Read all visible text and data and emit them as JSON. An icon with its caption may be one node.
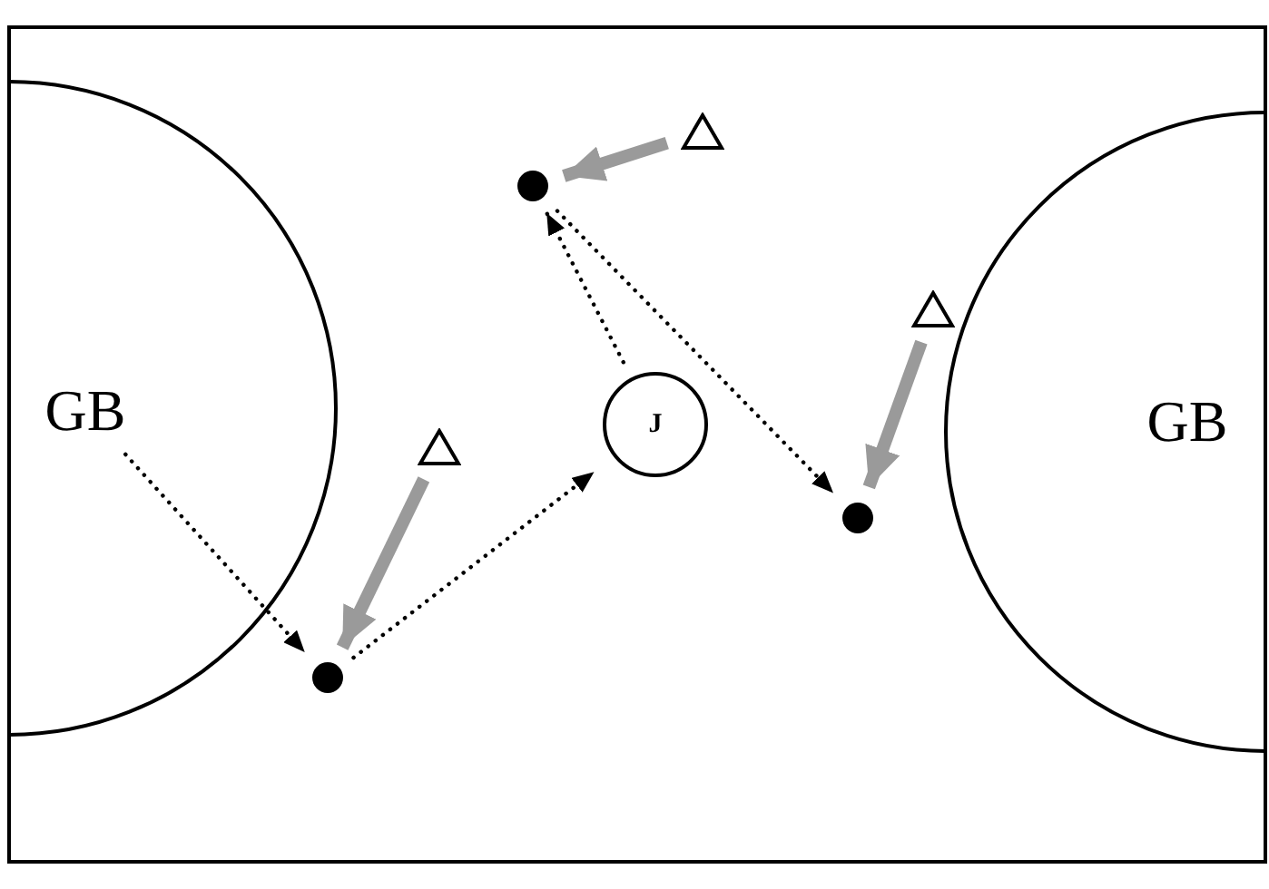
{
  "diagram": {
    "nodes": [
      {
        "text": [
          "GB"
        ]
      },
      {
        "text": [],
        "shape": "triangle"
      },
      {
        "text": [],
        "shape": "circle"
      },
      {
        "text": [],
        "shape": "triangle"
      },
      {
        "text": [
          "J"
        ]
      },
      {
        "text": [],
        "shape": "triangle"
      },
      {
        "text": [
          "GB"
        ]
      },
      {
        "text": [],
        "shape": "circle"
      },
      {
        "text": [],
        "shape": "circle"
      }
    ],
    "edges": [
      {
        "from": 0,
        "to": 8,
        "arrow": "to",
        "style": "dashed"
      },
      {
        "from": 8,
        "to": 4,
        "arrow": "to",
        "style": "dashed"
      },
      {
        "from": 4,
        "to": 2,
        "arrow": "to",
        "style": "dashed"
      },
      {
        "from": 2,
        "to": 7,
        "arrow": "to",
        "style": "dashed"
      },
      {
        "from": 1,
        "to": 2,
        "arrow": "to",
        "style": "thick",
        "color": "#9a9a9a"
      },
      {
        "from": 5,
        "to": 8,
        "arrow": "to",
        "style": "thick",
        "color": "#9a9a9a"
      },
      {
        "from": 3,
        "to": 7,
        "arrow": "to",
        "style": "thick",
        "color": "#9a9a9a"
      }
    ]
  }
}
